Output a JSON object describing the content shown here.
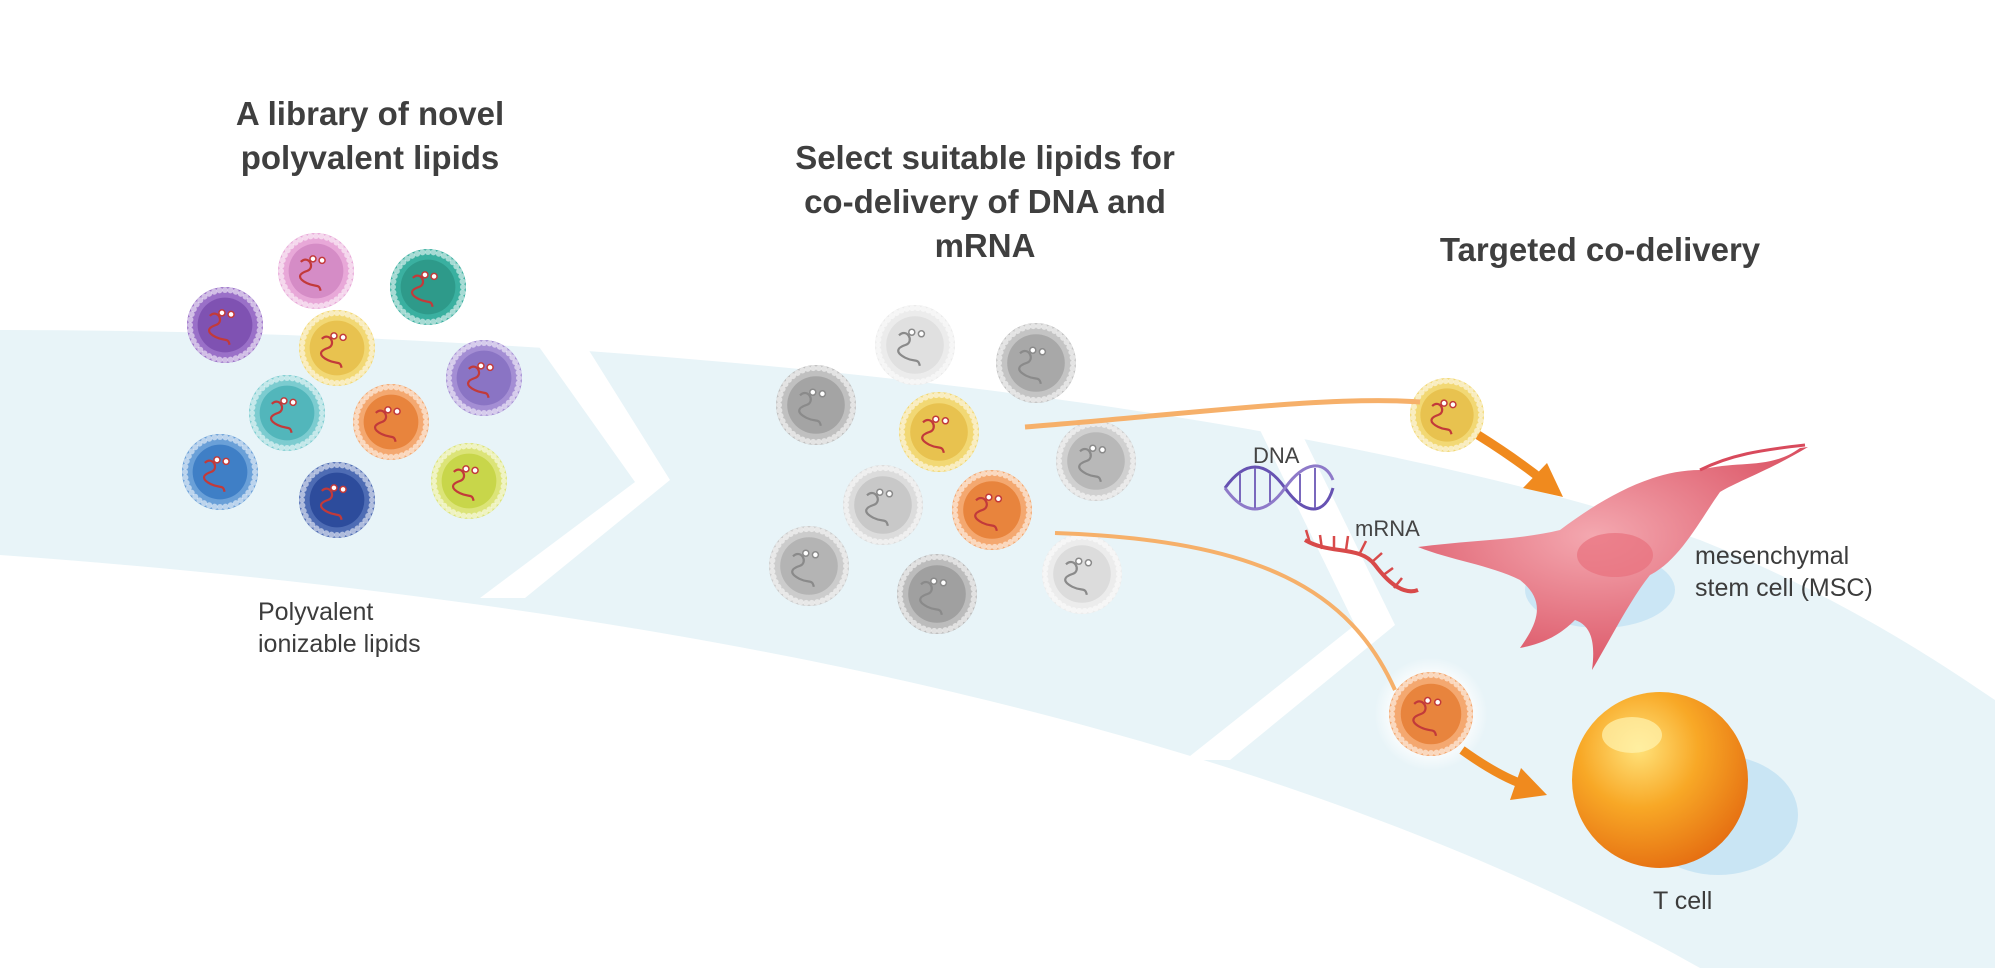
{
  "headings": {
    "library": "A library of novel\npolyvalent lipids",
    "select": "Select suitable lipids for\nco-delivery of DNA and\nmRNA",
    "targeted": "Targeted co-delivery"
  },
  "labels": {
    "polyvalent": "Polyvalent\nionizable lipids",
    "dna": "DNA",
    "mrna": "mRNA",
    "msc": "mesenchymal\nstem cell (MSC)",
    "tcell": "T cell"
  },
  "library_colors": [
    "#d58cc6",
    "#2e9a8a",
    "#7f52b2",
    "#e8c24f",
    "#8a74c4",
    "#52b6bb",
    "#e8843d",
    "#3f7fc6",
    "#2d4c9c",
    "#c8d64a"
  ],
  "selected_colors": [
    "#e8c24f",
    "#e8843d"
  ],
  "accent_orange": "#f08a1e",
  "msc_color": "#e0566a",
  "tcell_color": "#f49a1a",
  "band_color": "#e7f4f8"
}
